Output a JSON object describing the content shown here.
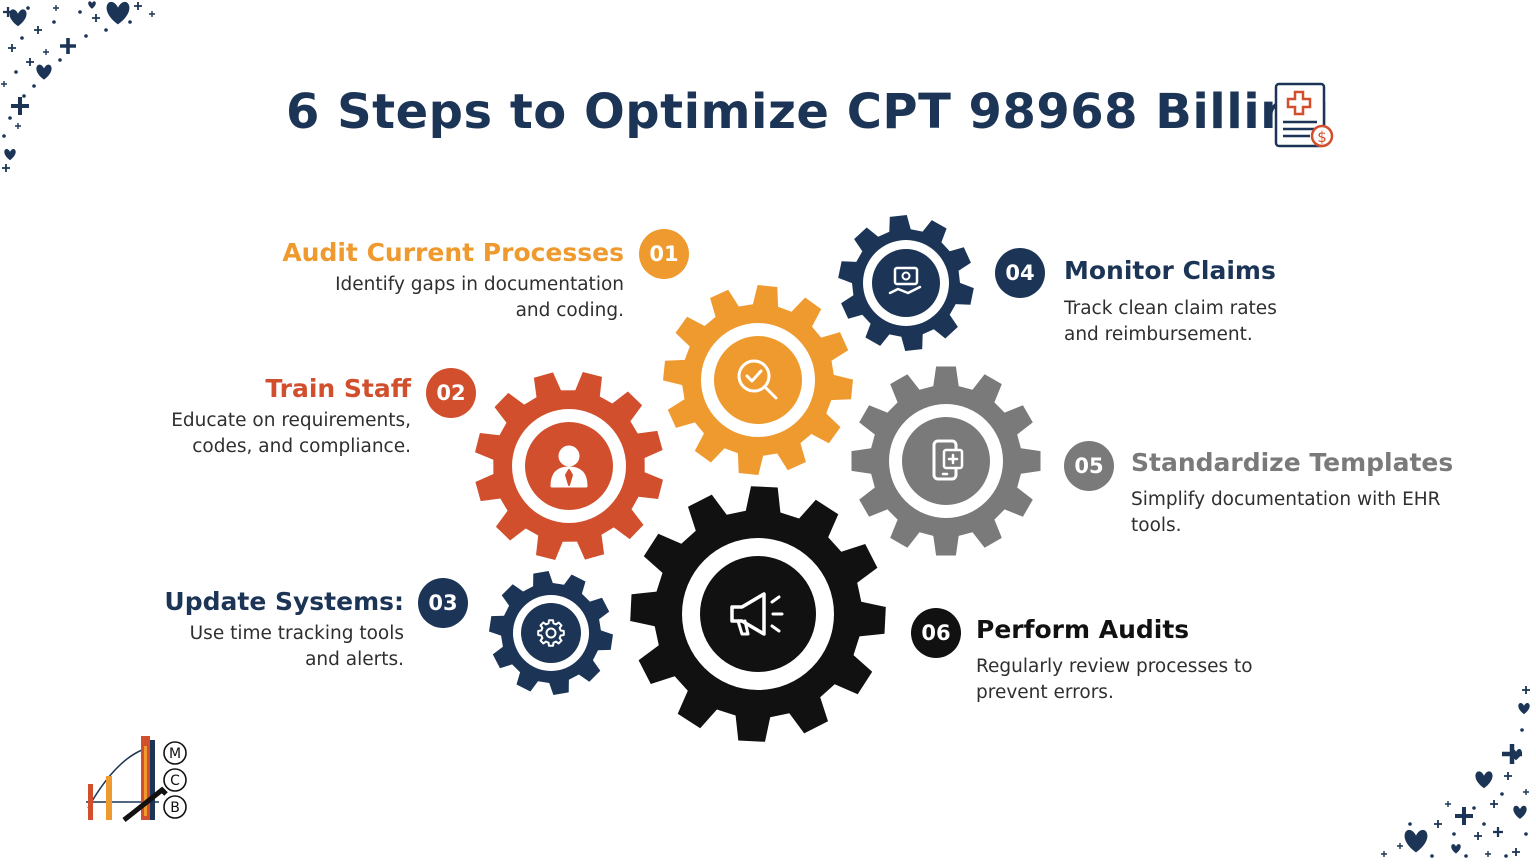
{
  "title": "6 Steps to Optimize CPT 98968 Billing",
  "colors": {
    "navy": "#1c3556",
    "orange": "#ef9a2e",
    "red": "#d14f2d",
    "gray": "#7a7a7a",
    "black": "#111111"
  },
  "steps": [
    {
      "number": "01",
      "title": "Audit Current Processes",
      "desc_line1": "Identify gaps in documentation",
      "desc_line2": "and coding.",
      "color": "#ef9a2e",
      "icon": "search-check-icon"
    },
    {
      "number": "02",
      "title": "Train Staff",
      "desc_line1": "Educate on requirements,",
      "desc_line2": "codes, and compliance.",
      "color": "#d14f2d",
      "icon": "person-icon"
    },
    {
      "number": "03",
      "title": "Update Systems:",
      "desc_line1": "Use time tracking tools",
      "desc_line2": "and alerts.",
      "color": "#1c3556",
      "icon": "gear-icon"
    },
    {
      "number": "04",
      "title": "Monitor Claims",
      "desc_line1": "Track clean claim rates",
      "desc_line2": "and reimbursement.",
      "color": "#1c3556",
      "icon": "money-hand-icon"
    },
    {
      "number": "05",
      "title": "Standardize Templates",
      "desc_line1": "Simplify documentation with EHR",
      "desc_line2": "tools.",
      "color": "#7a7a7a",
      "icon": "mobile-medical-icon"
    },
    {
      "number": "06",
      "title": "Perform Audits",
      "desc_line1": "Regularly review processes to",
      "desc_line2": "prevent errors.",
      "color": "#111111",
      "icon": "megaphone-icon"
    }
  ],
  "logo": {
    "letters": [
      "M",
      "C",
      "B"
    ]
  }
}
